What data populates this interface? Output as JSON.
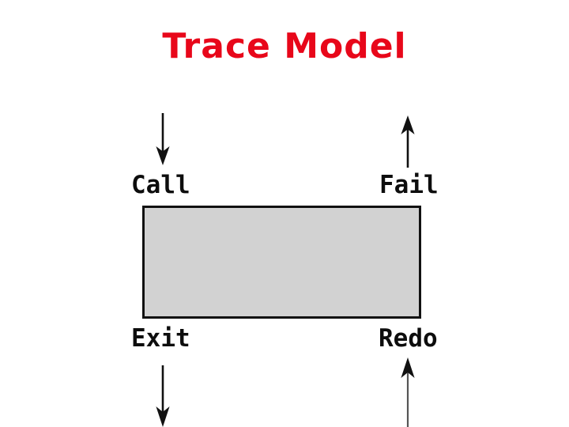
{
  "slide": {
    "title": "Trace Model",
    "title_color": "#e8071a",
    "background_color": "#ffffff"
  },
  "diagram": {
    "box": {
      "name": "goal-box",
      "fill_color": "#d2d2d2",
      "border_color": "#111111",
      "label": ""
    },
    "ports": [
      {
        "id": "call",
        "label": "Call",
        "position": "top-left",
        "arrow": "down-arrow-icon",
        "direction": "into-box"
      },
      {
        "id": "fail",
        "label": "Fail",
        "position": "top-right",
        "arrow": "up-arrow-icon",
        "direction": "out-of-box"
      },
      {
        "id": "exit",
        "label": "Exit",
        "position": "bottom-left",
        "arrow": "down-arrow-icon",
        "direction": "out-of-box"
      },
      {
        "id": "redo",
        "label": "Redo",
        "position": "bottom-right",
        "arrow": "up-arrow-icon",
        "direction": "into-box"
      }
    ],
    "arrow_color": "#111111"
  }
}
